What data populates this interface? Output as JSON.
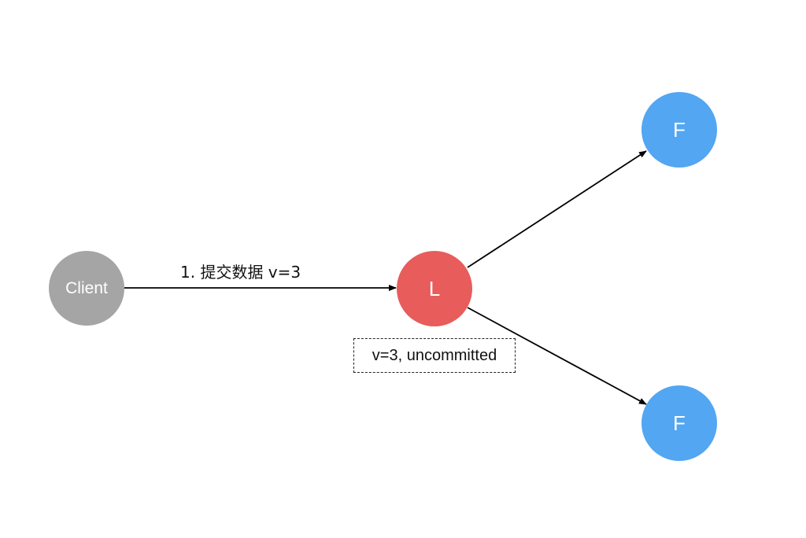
{
  "nodes": {
    "client": {
      "label": "Client",
      "color": "#a5a5a5"
    },
    "leader": {
      "label": "L",
      "color": "#e85c5c"
    },
    "follower_1": {
      "label": "F",
      "color": "#52a6f2"
    },
    "follower_2": {
      "label": "F",
      "color": "#52a6f2"
    }
  },
  "edges": {
    "client_to_leader": {
      "label": "1. 提交数据 v=3"
    }
  },
  "leader_status": {
    "text": "v=3, uncommitted"
  },
  "colors": {
    "edge": "#000000",
    "background": "#ffffff"
  }
}
